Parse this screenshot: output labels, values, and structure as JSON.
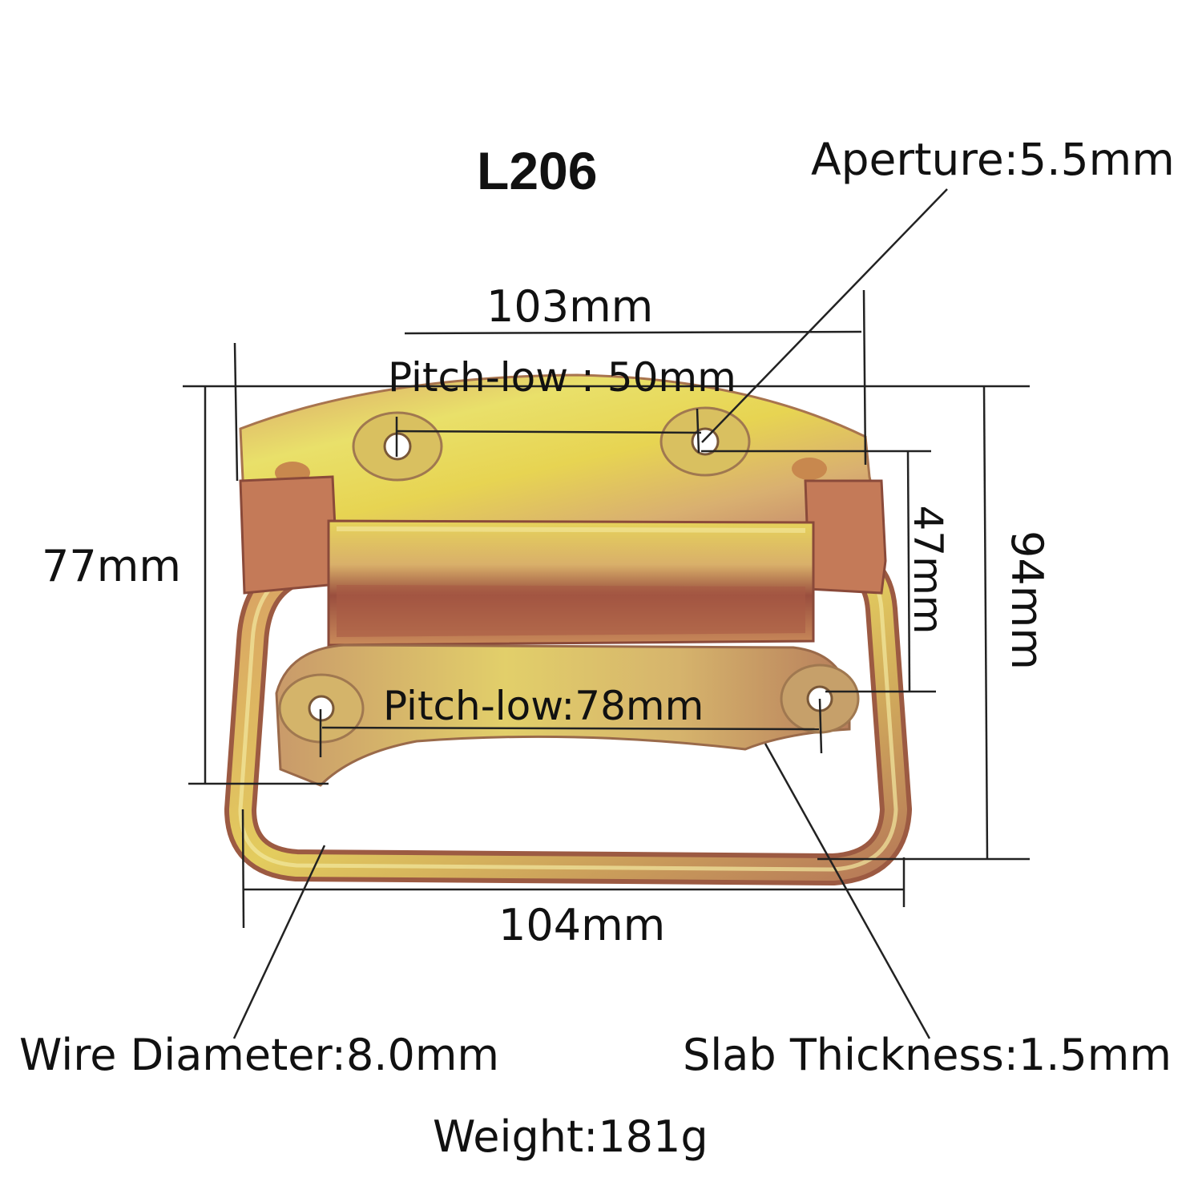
{
  "title": "L206",
  "labels": {
    "aperture": "Aperture:5.5mm",
    "width_top": "103mm",
    "pitch_top": "Pitch-low : 50mm",
    "height_left": "77mm",
    "height_inner": "47mm",
    "height_total": "94mm",
    "pitch_bottom": "Pitch-low:78mm",
    "width_bottom": "104mm",
    "wire_diameter": "Wire Diameter:8.0mm",
    "slab_thickness": "Slab Thickness:1.5mm",
    "weight": "Weight:181g"
  },
  "colors": {
    "metal_gold": "#e8d84a",
    "metal_copper": "#c98a5a",
    "metal_shadow": "#8a4a3a",
    "dimension_line": "#222222",
    "text": "#111111"
  },
  "icons": {
    "product": "chest-handle-product"
  }
}
